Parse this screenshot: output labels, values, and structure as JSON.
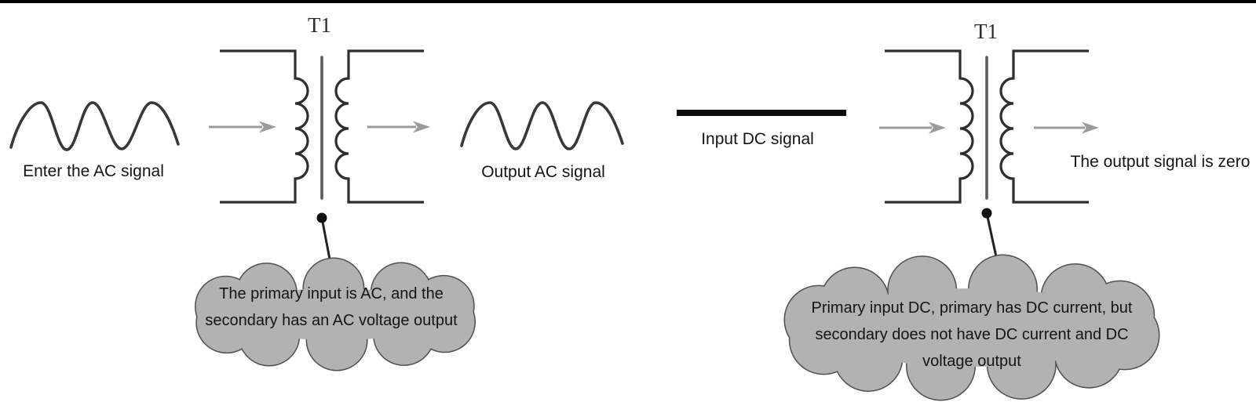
{
  "title": "Transformer AC vs DC signal behavior diagram",
  "colors": {
    "background": "#ffffff",
    "top_border": "#000000",
    "circuit_line": "#2e2e2e",
    "core_line": "#5c5c5c",
    "waveform_line": "#383838",
    "arrow_gray": "#9b9b9b",
    "dc_line": "#0c0c0c",
    "cloud_fill": "#b2b2b2",
    "cloud_stroke": "#4f4f4f",
    "text": "#141414"
  },
  "left_diagram": {
    "input_label": "Enter the AC signal",
    "transformer_label": "T1",
    "output_label": "Output AC signal",
    "callout": "The primary input is AC, and the secondary has an AC voltage output"
  },
  "right_diagram": {
    "input_label": "Input DC signal",
    "transformer_label": "T1",
    "output_label": "The output signal is zero",
    "callout": "Primary input DC, primary has DC current, but secondary does not have DC current and DC voltage output"
  },
  "icons": [
    "ac-sine-waveform-icon",
    "dc-flat-line-icon",
    "right-arrow-icon",
    "transformer-symbol-icon",
    "cloud-callout-icon"
  ]
}
